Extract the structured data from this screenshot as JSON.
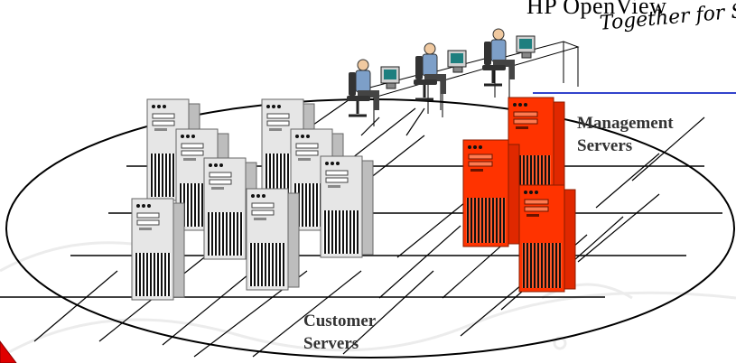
{
  "header": {
    "title": "HP OpenView",
    "tagline": "Together for S"
  },
  "labels": {
    "management_line1": "Management",
    "management_line2": "Servers",
    "customer_line1": "Customer",
    "customer_line2": "Servers"
  },
  "colors": {
    "customer_server": "#e6e6e6",
    "management_server": "#ff3300",
    "header_rule": "#3344cc",
    "warning_corner": "#e00000"
  }
}
